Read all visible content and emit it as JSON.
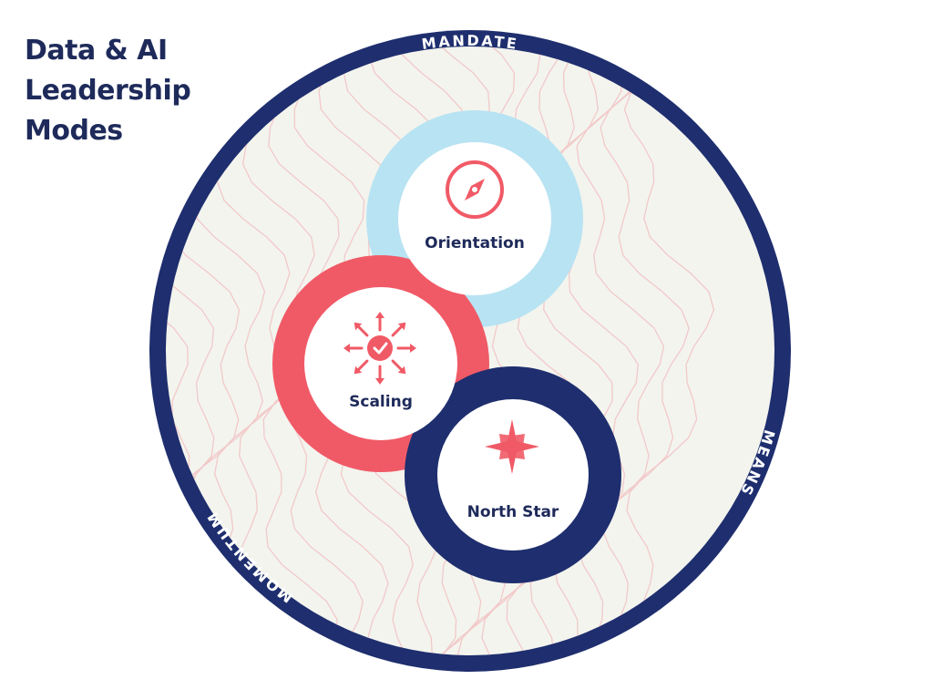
{
  "title": {
    "lines": [
      "Data & AI",
      "Leadership",
      "Modes"
    ]
  },
  "ring_labels": {
    "top": "MANDATE",
    "left": "MOMENTUM",
    "right": "MEANS"
  },
  "modes": {
    "orientation": {
      "label": "Orientation",
      "icon": "compass-icon",
      "color": "#b8e3f2"
    },
    "scaling": {
      "label": "Scaling",
      "icon": "expand-arrows-check-icon",
      "color": "#f05a66"
    },
    "north_star": {
      "label": "North Star",
      "icon": "north-star-icon",
      "color": "#1e2e6e"
    }
  },
  "colors": {
    "navy": "#1e2e6e",
    "coral": "#f05a66",
    "light_blue": "#b8e3f2",
    "background_fill": "#f3f4ee",
    "contour": "#f2c9c9",
    "title_text": "#1e2a5a"
  }
}
